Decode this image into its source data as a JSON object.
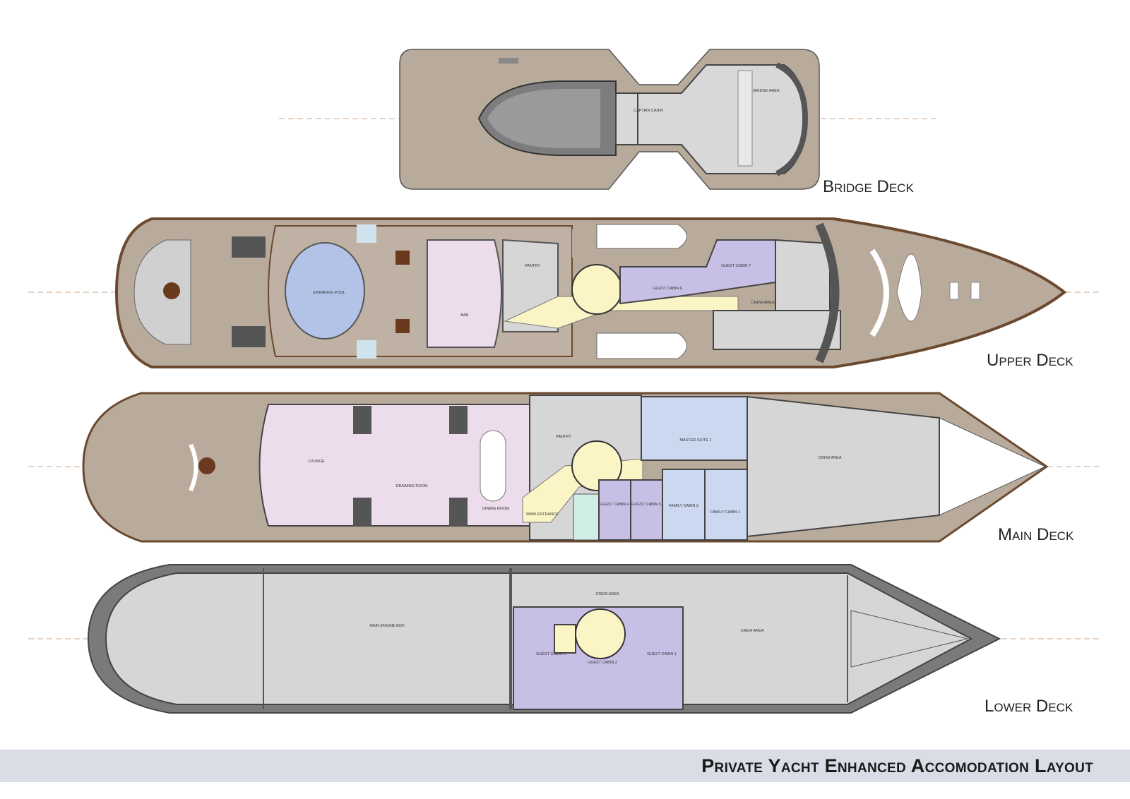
{
  "decks": {
    "bridge": {
      "label": "Bridge Deck",
      "rooms": {
        "captain": "CAPTAIN CABIN",
        "bridge_area": "BRIDGE AREA"
      }
    },
    "upper": {
      "label": "Upper Deck",
      "rooms": {
        "pool": "SWIMMING POOL",
        "bar": "BAR",
        "pantry": "PANTRY",
        "guest6": "GUEST CABIN 6",
        "guest7": "GUEST CABIN 7",
        "crew": "CREW AREA"
      }
    },
    "main": {
      "label": "Main Deck",
      "rooms": {
        "lounge": "LOUNGE",
        "drawing": "DRAWING ROOM",
        "dining": "DINING ROOM",
        "pantry": "PANTRY",
        "entrance": "MAIN ENTRANCE",
        "master": "MASTER SUITE 1",
        "guest4": "GUEST CABIN 4",
        "guest5": "GUEST CABIN 5",
        "family2": "FAMILY CABIN 2",
        "family1": "FAMILY CABIN 1",
        "crew": "CREW AREA"
      }
    },
    "lower": {
      "label": "Lower Deck",
      "rooms": {
        "engine": "MAIN ENGINE BOX",
        "crew_top": "CREW AREA",
        "crew_right": "CREW AREA",
        "guest3": "GUEST CABIN 3",
        "guest2": "GUEST CABIN 2",
        "guest1": "GUEST CABIN 1"
      }
    }
  },
  "footer": {
    "title": "Private Yacht Enhanced Accomodation Layout"
  },
  "colors": {
    "deck_tan": "#b9ab9c",
    "hull_brown": "#6b4a30",
    "interior_grey": "#d6d6d6",
    "lounge_pink": "#ecdcec",
    "cabin_purple": "#c8bfe6",
    "suite_blue": "#ccd8f0",
    "corridor_yellow": "#fbf5c6",
    "pool_blue": "#b3c3e8",
    "footer_bg": "#d9dde6"
  }
}
